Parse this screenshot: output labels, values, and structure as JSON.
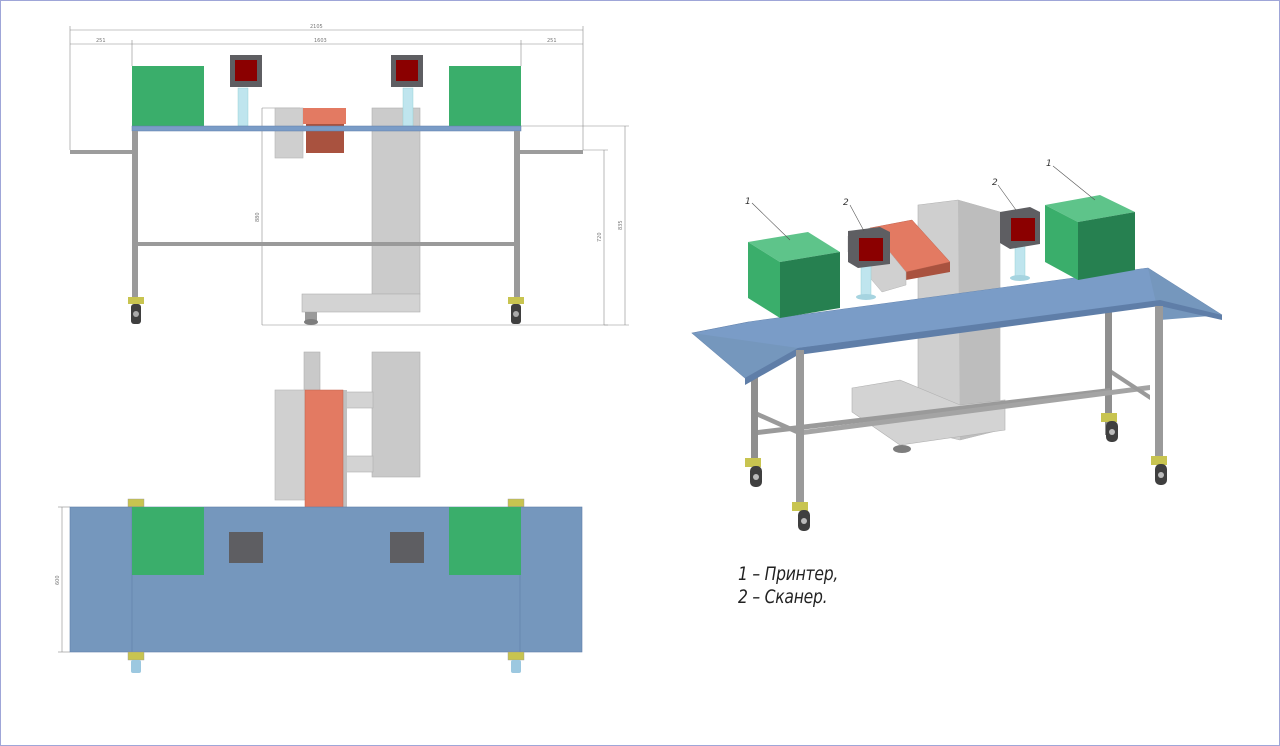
{
  "colors": {
    "frame": "#9fa6d8",
    "tabletop": "#7597bd",
    "tabletop_3d": "#7a9cc7",
    "printer_green": "#3aae6b",
    "printer_green_dark": "#268050",
    "scanner_housing": "#5e5e62",
    "scanner_screen": "#8b0000",
    "conveyor_belt": "#e37a62",
    "machine_grey": "#cbcbcb",
    "steel_leg": "#9a9a9a",
    "stand_cyan": "#bfe5ee",
    "caster_yellow": "#c8c450"
  },
  "front_view": {
    "dimensions": {
      "overall_width": "2105",
      "left_overhang": "251",
      "frame_width": "1603",
      "right_overhang": "251",
      "height_to_machine_top": "880",
      "height_to_wing": "720",
      "height_to_top": "835"
    }
  },
  "top_view": {
    "dimensions": {
      "depth": "600"
    }
  },
  "iso_view": {
    "callouts": [
      "1",
      "2",
      "2",
      "1"
    ]
  },
  "legend": {
    "line1": "1 – Принтер,",
    "line2": "2 – Сканер."
  }
}
